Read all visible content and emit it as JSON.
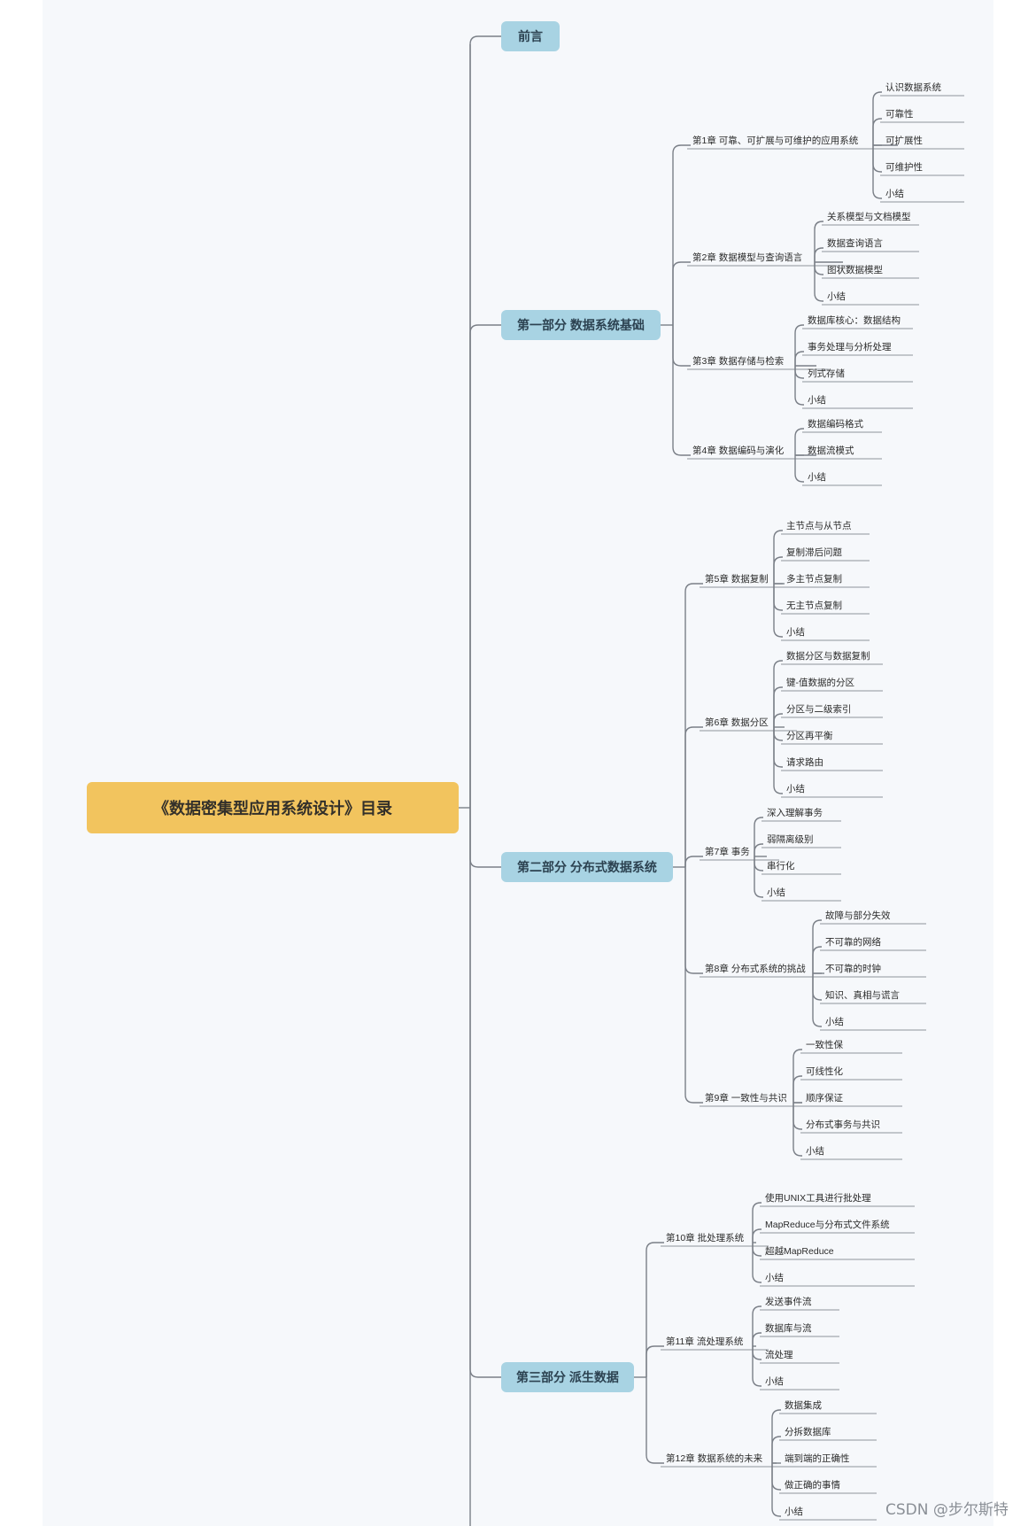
{
  "root": "《数据密集型应用系统设计》目录",
  "preface": "前言",
  "parts": [
    {
      "title": "第一部分 数据系统基础",
      "chapters": [
        {
          "title": "第1章 可靠、可扩展与可维护的应用系统",
          "sections": [
            "认识数据系统",
            "可靠性",
            "可扩展性",
            "可维护性",
            "小结"
          ]
        },
        {
          "title": "第2章 数据模型与查询语言",
          "sections": [
            "关系模型与文档模型",
            "数据查询语言",
            "图状数据模型",
            "小结"
          ]
        },
        {
          "title": "第3章 数据存储与检索",
          "sections": [
            "数据库核心：数据结构",
            "事务处理与分析处理",
            "列式存储",
            "小结"
          ]
        },
        {
          "title": "第4章 数据编码与演化",
          "sections": [
            "数据编码格式",
            "数据流模式",
            "小结"
          ]
        }
      ]
    },
    {
      "title": "第二部分 分布式数据系统",
      "chapters": [
        {
          "title": "第5章 数据复制",
          "sections": [
            "主节点与从节点",
            "复制滞后问题",
            "多主节点复制",
            "无主节点复制",
            "小结"
          ]
        },
        {
          "title": "第6章 数据分区",
          "sections": [
            "数据分区与数据复制",
            "键-值数据的分区",
            "分区与二级索引",
            "分区再平衡",
            "请求路由",
            "小结"
          ]
        },
        {
          "title": "第7章 事务",
          "sections": [
            "深入理解事务",
            "弱隔离级别",
            "串行化",
            "小结"
          ]
        },
        {
          "title": "第8章 分布式系统的挑战",
          "sections": [
            "故障与部分失效",
            "不可靠的网络",
            "不可靠的时钟",
            "知识、真相与谎言",
            "小结"
          ]
        },
        {
          "title": "第9章 一致性与共识",
          "sections": [
            "一致性保",
            "可线性化",
            "顺序保证",
            "分布式事务与共识",
            "小结"
          ]
        }
      ]
    },
    {
      "title": "第三部分 派生数据",
      "chapters": [
        {
          "title": "第10章 批处理系统",
          "sections": [
            "使用UNIX工具进行批处理",
            "MapReduce与分布式文件系统",
            "超越MapReduce",
            "小结"
          ]
        },
        {
          "title": "第11章 流处理系统",
          "sections": [
            "发送事件流",
            "数据库与流",
            "流处理",
            "小结"
          ]
        },
        {
          "title": "第12章 数据系统的未来",
          "sections": [
            "数据集成",
            "分拆数据库",
            "端到端的正确性",
            "做正确的事情",
            "小结"
          ]
        }
      ]
    }
  ],
  "watermark": "CSDN @步尔斯特",
  "colors": {
    "root": "#f2c45e",
    "part": "#a8d3e3",
    "line": "#7a7f87",
    "canvas": "#f6f8fb"
  }
}
